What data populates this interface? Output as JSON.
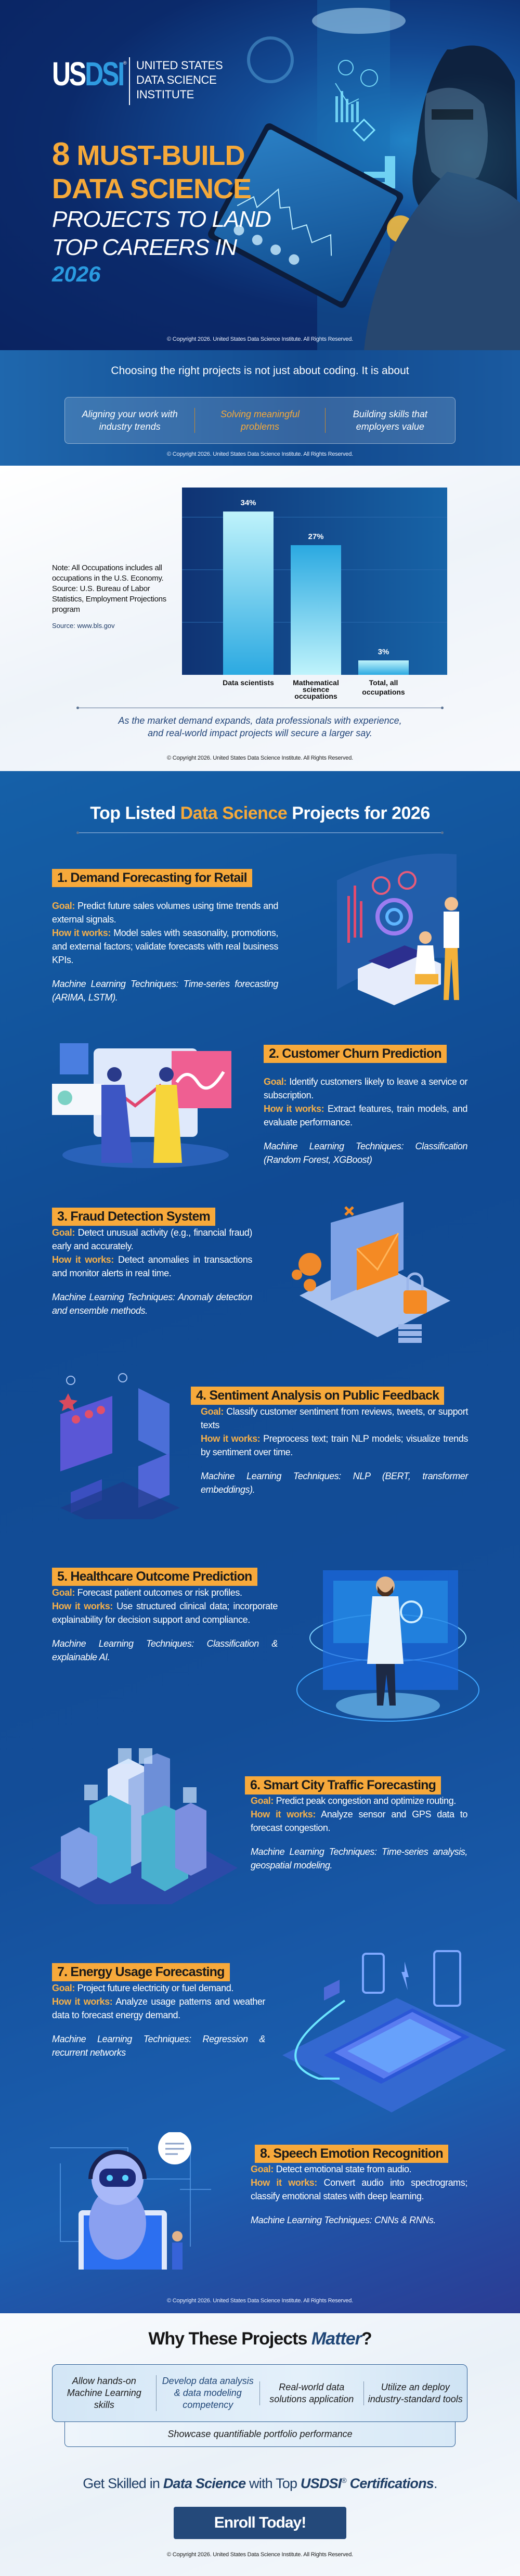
{
  "brand": {
    "logo_text": "USDSI",
    "registered": "®",
    "name_lines": [
      "UNITED STATES",
      "DATA SCIENCE",
      "INSTITUTE"
    ]
  },
  "hero": {
    "title_number": "8",
    "title_line1": "MUST-BUILD",
    "title_line2": "DATA SCIENCE",
    "title_line3": "PROJECTS TO LAND",
    "title_line4": "TOP CAREERS IN",
    "title_year": "2026"
  },
  "copyright": "© Copyright 2026. United States Data Science Institute. All Rights Reserved.",
  "banner": {
    "intro": "Choosing the right projects is not just about coding. It is about",
    "points": [
      "Aligning your work with industry trends",
      "Solving meaningful problems",
      "Building skills that employers value"
    ]
  },
  "stats": {
    "note": "Note: All Occupations includes all occupations in the U.S. Economy. Source: U.S. Bureau of Labor Statistics, Employment Projections program",
    "source": "Source: www.bls.gov",
    "quote_line1": "As the market demand expands, data professionals with experience,",
    "quote_line2": "and real-world impact projects will secure a larger say."
  },
  "chart_data": {
    "type": "bar",
    "categories": [
      "Data scientists",
      "Mathematical science occupations",
      "Total, all occupations"
    ],
    "values": [
      34,
      27,
      3
    ],
    "data_labels": [
      "34%",
      "27%",
      "3%"
    ],
    "ylim": [
      0,
      39
    ],
    "grid": true,
    "colors": {
      "bar_light": "#bff3fb",
      "bar_dark": "#2ba9e1",
      "plot_bg": "#0f3575"
    }
  },
  "projects": {
    "title_pre": "Top Listed ",
    "title_highlight": "Data Science",
    "title_post": " Projects for 2026",
    "goal_label": "Goal:",
    "how_label": "How it works:",
    "items": [
      {
        "title": "1. Demand Forecasting for Retail",
        "goal": "Predict future sales volumes using time trends and external signals.",
        "how": "Model sales with seasonality, promotions, and external factors; validate forecasts with real business KPIs.",
        "ml": "Machine Learning Techniques: Time-series forecasting (ARIMA, LSTM).",
        "icon": "retail-analytics-dashboard-illustration"
      },
      {
        "title": "2. Customer Churn Prediction",
        "goal": "Identify customers likely to leave a service or subscription.",
        "how": "Extract features, train models, and evaluate performance.",
        "ml": "Machine Learning Techniques: Classification (Random Forest, XGBoost)",
        "icon": "business-handshake-charts-illustration"
      },
      {
        "title": "3. Fraud Detection System",
        "goal": "Detect unusual activity (e.g., financial fraud) early and accurately.",
        "how": "Detect anomalies in transactions and monitor alerts in real time.",
        "ml": "Machine Learning Techniques: Anomaly detection and ensemble methods.",
        "icon": "laptop-phishing-lock-illustration"
      },
      {
        "title": "4. Sentiment Analysis on Public Feedback",
        "goal": "Classify customer sentiment from reviews, tweets, or support texts",
        "how": "Preprocess text; train NLP models; visualize trends by sentiment over time.",
        "ml": "Machine Learning Techniques: NLP (BERT, transformer embeddings).",
        "icon": "feedback-screens-emoji-illustration"
      },
      {
        "title": "5. Healthcare Outcome Prediction",
        "goal": "Forecast patient outcomes or risk profiles.",
        "how": "Use structured clinical data; incorporate explainability for decision support and compliance.",
        "ml": "Machine Learning Techniques: Classification & explainable AI.",
        "icon": "doctor-hologram-illustration"
      },
      {
        "title": "6. Smart City Traffic Forecasting",
        "goal": "Predict peak congestion and optimize routing.",
        "how": "Analyze sensor and GPS data to forecast congestion.",
        "ml": "Machine Learning Techniques: Time-series analysis, geospatial modeling.",
        "icon": "isometric-city-illustration"
      },
      {
        "title": "7. Energy Usage Forecasting",
        "goal": "Project future electricity or fuel demand.",
        "how": "Analyze usage patterns and weather data to forecast energy demand.",
        "ml": "Machine Learning Techniques: Regression & recurrent networks",
        "icon": "phone-battery-charging-illustration"
      },
      {
        "title": "8. Speech Emotion Recognition",
        "goal": "Detect emotional state from audio.",
        "how": "Convert audio into spectrograms; classify emotional states with deep learning.",
        "ml": "Machine Learning Techniques: CNNs & RNNs.",
        "icon": "robot-headset-assistant-illustration"
      }
    ]
  },
  "why": {
    "title_pre": "Why These Projects ",
    "title_highlight": "Matter",
    "title_post": "?",
    "points": [
      "Allow hands-on Machine Learning skills",
      "Develop data analysis & data modeling competency",
      "Real-world data solutions application",
      "Utilize an deploy industry-standard tools"
    ],
    "bottom_point": "Showcase quantifiable portfolio performance",
    "cta_pre": "Get Skilled in ",
    "cta_b1": "Data Science",
    "cta_mid": " with Top ",
    "cta_b2": "USDSI",
    "cta_reg": "®",
    "cta_b3": " Certifications",
    "cta_end": ".",
    "enroll": "Enroll Today!"
  },
  "colors": {
    "accent_orange": "#f5a93a",
    "navy": "#0b2a6b",
    "brand_blue": "#2f9be0",
    "button": "#24497a"
  }
}
